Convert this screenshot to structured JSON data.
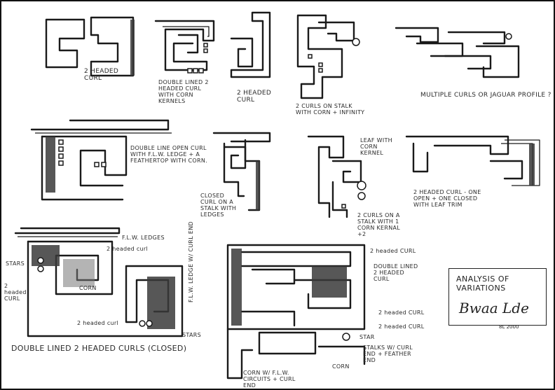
{
  "labels": {
    "l1": "2 HEADED CURL",
    "l2": "DOUBLE LINED 2 HEADED CURL WITH CORN KERNELS",
    "l3": "2 HEADED CURL",
    "l4": "2 CURLS ON STALK WITH CORN + INFINITY",
    "l5": "MULTIPLE CURLS OR JAGUAR PROFILE ?",
    "l6": "DOUBLE LINE OPEN CURL WITH F.L.W. LEDGE + A FEATHERTOP WITH CORN.",
    "l7": "CLOSED CURL ON A STALK WITH LEDGES",
    "l8": "LEAF WITH CORN KERNEL",
    "l9": "2 CURLS ON A STALK WITH 1 CORN KERNAL +2",
    "l10": "2 HEADED CURL - ONE OPEN + ONE CLOSED WITH LEAF TRIM",
    "l11": "F.L.W. LEDGES",
    "l12": "2 headed curl",
    "l13": "STARS",
    "l14": "2 headed CURL",
    "l15": "CORN",
    "l16": "2 headed curl",
    "l17": "STARS",
    "l18": "DOUBLE LINED 2 HEADED CURLS (CLOSED)",
    "l19": "F.L.W. LEDGE W/ CURL END",
    "l20": "2 headed CURL",
    "l21": "DOUBLE LINED 2 HEADED CURL",
    "l22": "2 headed CURL",
    "l23": "2 headed CURL",
    "l24": "STAR",
    "l25": "STALKS W/ CURL END + FEATHER END",
    "l26": "CORN",
    "l27": "CORN W/ F.L.W. CIRCUITS + CURL END"
  },
  "title_box": {
    "title": "ANALYSIS OF VARIATIONS",
    "signature": "Bwaa Lde",
    "date": "8L 2000"
  }
}
